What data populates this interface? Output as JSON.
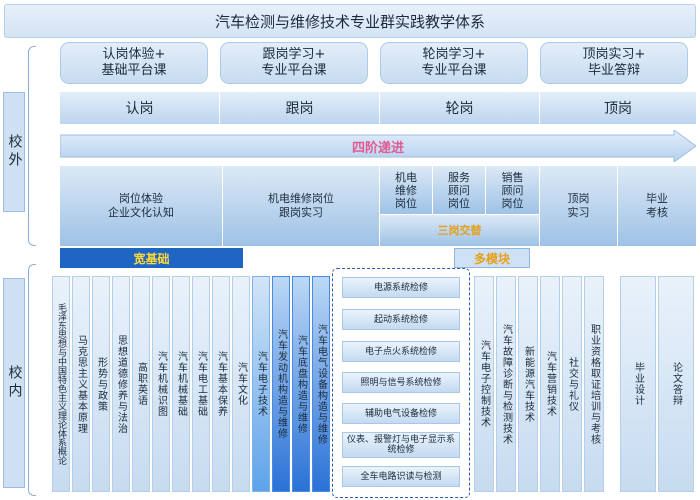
{
  "title": "汽车检测与维修技术专业群实践教学体系",
  "side": {
    "outside": "校外",
    "inside": "校内"
  },
  "stages": [
    {
      "line1": "认岗体验+",
      "line2": "基础平台课"
    },
    {
      "line1": "跟岗学习+",
      "line2": "专业平台课"
    },
    {
      "line1": "轮岗学习+",
      "line2": "专业平台课"
    },
    {
      "line1": "顶岗实习+",
      "line2": "毕业答辩"
    }
  ],
  "posts": [
    "认岗",
    "跟岗",
    "轮岗",
    "顶岗"
  ],
  "arrow_label": "四阶递进",
  "row3": {
    "cell1": {
      "line1": "岗位体验",
      "line2": "企业文化认知"
    },
    "cell2": {
      "line1": "机电维修岗位",
      "line2": "跟岗实习"
    },
    "sub1": {
      "line1": "机电",
      "line2": "维修",
      "line3": "岗位"
    },
    "sub2": {
      "line1": "服务",
      "line2": "顾问",
      "line3": "岗位"
    },
    "sub3": {
      "line1": "销售",
      "line2": "顾问",
      "line3": "岗位"
    },
    "three_posts": "三岗交替",
    "cell4": {
      "line1": "顶岗",
      "line2": "实习"
    },
    "cell5": {
      "line1": "毕业",
      "line2": "考核"
    }
  },
  "labels": {
    "wide_base": "宽基础",
    "multi_module": "多模块"
  },
  "courses_left": [
    "毛泽东思想与中国特色主义理论体系概论",
    "马克思主义基本原理",
    "形势与政策",
    "思想道德修养与法治",
    "高职英语",
    "汽车机械识图",
    "汽车机械基础",
    "汽车电工基础",
    "汽车基本保养",
    "汽车文化"
  ],
  "courses_platform": [
    "汽车电子技术",
    "汽车发动机构造与维修",
    "汽车底盘构造与维修",
    "汽车电气设备构造与维修"
  ],
  "modules": [
    "电源系统检修",
    "起动系统检修",
    "电子点火系统检修",
    "照明与信号系统检修",
    "辅助电气设备检修",
    "仪表、报警灯与电子显示系统检修",
    "全车电路识读与检测"
  ],
  "courses_right": [
    "汽车电子控制技术",
    "汽车故障诊断与检测技术",
    "新能源汽车技术",
    "汽车营销技术",
    "社交与礼仪",
    "职业资格取证培训与考核"
  ],
  "courses_final": [
    "毕业设计",
    "论文答辩"
  ],
  "colors": {
    "accent_blue": "#1f66c4",
    "arrow_text": "#e15b92",
    "gold": "#e3a020",
    "yellow": "#ffd836"
  }
}
